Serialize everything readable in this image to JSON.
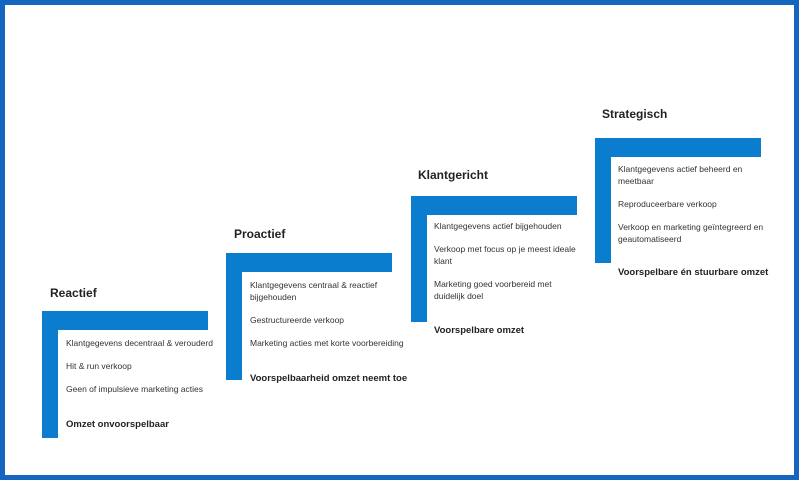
{
  "accent_color": "#0a7dcf",
  "frame_color": "#1565c0",
  "steps": [
    {
      "title": "Reactief",
      "items": [
        "Klantgegevens decentraal & verouderd",
        "Hit & run verkoop",
        "Geen of impulsieve marketing acties"
      ],
      "result": "Omzet onvoorspelbaar"
    },
    {
      "title": "Proactief",
      "items": [
        "Klantgegevens centraal & reactief bijgehouden",
        "Gestructureerde verkoop",
        "Marketing acties met korte voorbereiding"
      ],
      "result": "Voorspelbaarheid omzet neemt toe"
    },
    {
      "title": "Klantgericht",
      "items": [
        "Klantgegevens actief bijgehouden",
        "Verkoop met focus op je meest ideale klant",
        "Marketing goed voorbereid met duidelijk doel"
      ],
      "result": "Voorspelbare omzet"
    },
    {
      "title": "Strategisch",
      "items": [
        "Klantgegevens actief beheerd en meetbaar",
        "Reproduceerbare verkoop",
        "Verkoop en marketing geïntegreerd en geautomatiseerd"
      ],
      "result": "Voorspelbare én stuurbare omzet"
    }
  ]
}
